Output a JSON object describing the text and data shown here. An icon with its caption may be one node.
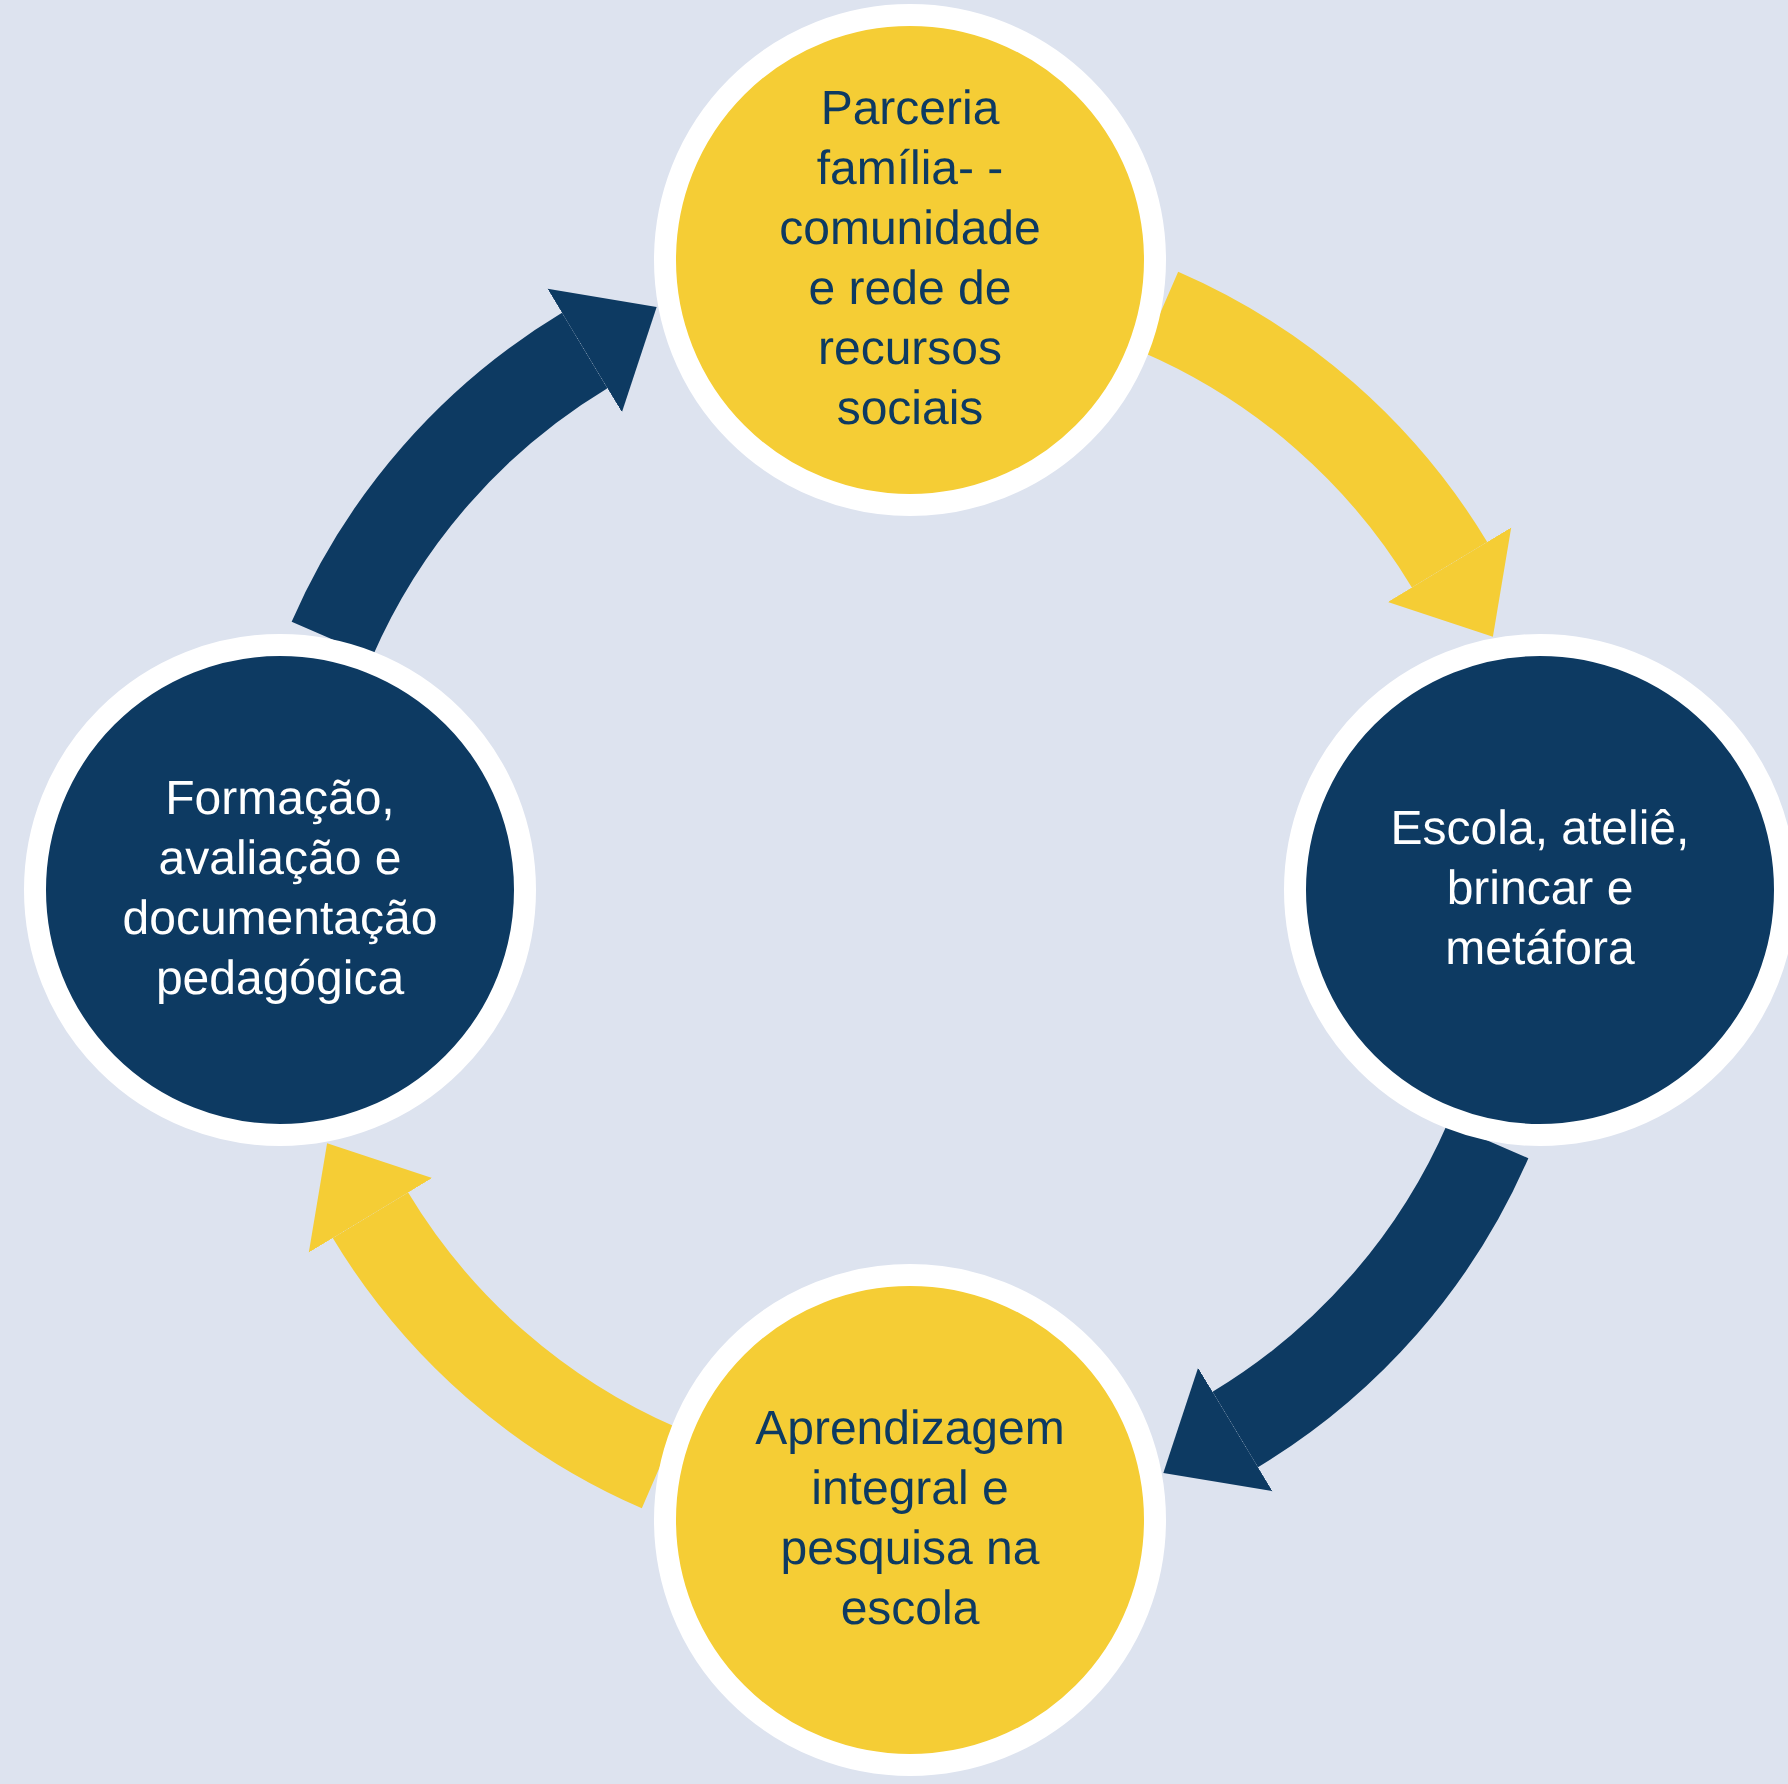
{
  "diagram": {
    "nodes": [
      {
        "text": [
          "Parceria família- -comunidade e rede de recursos sociais"
        ]
      },
      {
        "text": [
          "Formação, avaliação e documentação pedagógica"
        ]
      },
      {
        "text": [
          "Escola, ateliê, brincar e metáfora"
        ]
      },
      {
        "text": [
          "Aprendizagem integral e pesquisa na escola"
        ]
      }
    ],
    "edges": [
      {
        "from": 0,
        "to": 2,
        "arrow": "to",
        "color": "#f5cd35"
      },
      {
        "from": 2,
        "to": 3,
        "arrow": "to",
        "color": "#0d3a62"
      },
      {
        "from": 3,
        "to": 1,
        "arrow": "to",
        "color": "#f5cd35"
      },
      {
        "from": 1,
        "to": 0,
        "arrow": "to",
        "color": "#0d3a62"
      }
    ]
  }
}
